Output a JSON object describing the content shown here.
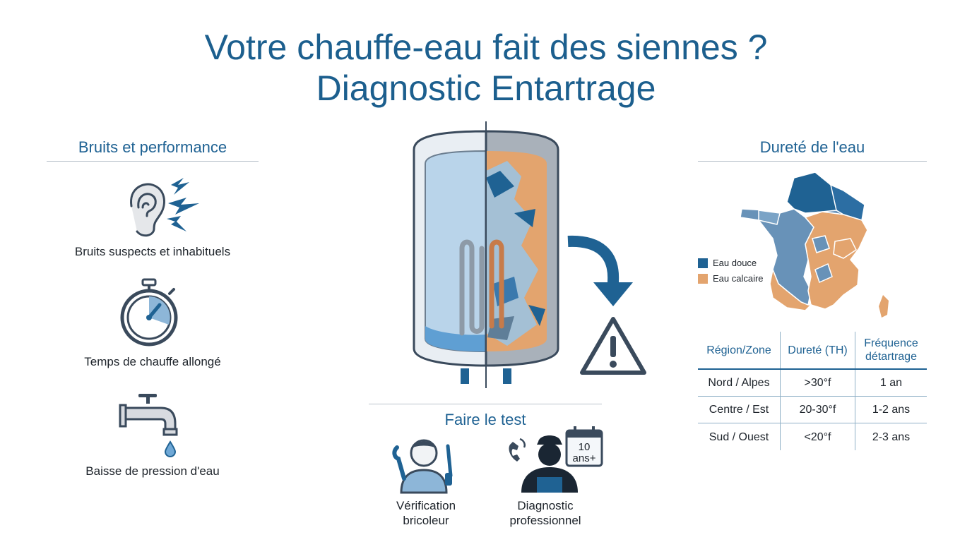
{
  "title": {
    "line1": "Votre chauffe-eau fait des siennes ?",
    "line2": "Diagnostic Entartrage"
  },
  "left": {
    "heading": "Bruits et performance",
    "items": [
      {
        "label": "Bruits suspects et inhabituels",
        "icon": "ear-icon"
      },
      {
        "label": "Temps de chauffe allongé",
        "icon": "stopwatch-icon"
      },
      {
        "label": "Baisse de pression d'eau",
        "icon": "faucet-icon"
      }
    ]
  },
  "center": {
    "heading": "Faire le test",
    "options": [
      {
        "label_line1": "Vérification",
        "label_line2": "bricoleur",
        "icon": "handyman-icon"
      },
      {
        "label_line1": "Diagnostic",
        "label_line2": "professionnel",
        "icon": "technician-icon"
      }
    ],
    "calendar": {
      "line1": "10",
      "line2": "ans+"
    }
  },
  "right": {
    "heading": "Dureté de l'eau",
    "legend": [
      {
        "label": "Eau douce",
        "color": "#1f6293"
      },
      {
        "label": "Eau calcaire",
        "color": "#e3a46e"
      }
    ],
    "table": {
      "headers": [
        "Région/Zone",
        "Dureté (TH)",
        "Fréquence détartrage"
      ],
      "rows": [
        [
          "Nord / Alpes",
          ">30°f",
          "1 an"
        ],
        [
          "Centre / Est",
          "20-30°f",
          "1-2 ans"
        ],
        [
          "Sud / Ouest",
          "<20°f",
          "2-3 ans"
        ]
      ]
    }
  },
  "colors": {
    "primary": "#1f6293",
    "soft_water": "#1f6293",
    "hard_water": "#e3a46e",
    "outline": "#3a4a5c"
  }
}
